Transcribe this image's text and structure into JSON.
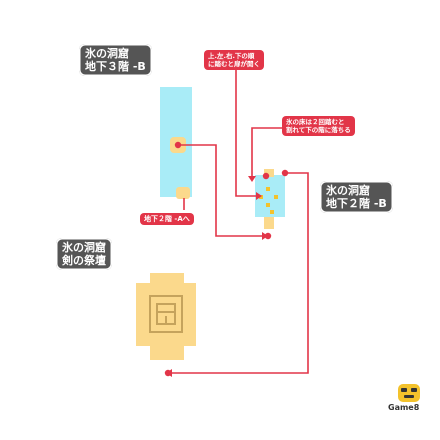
{
  "floors": {
    "b3": {
      "line1": "氷の洞窟",
      "line2": "地下３階 -B"
    },
    "b2": {
      "line1": "氷の洞窟",
      "line2": "地下２階 -B"
    },
    "altar": {
      "line1": "氷の洞窟",
      "line2": "剣の祭壇"
    }
  },
  "notes": {
    "directions": {
      "line1": "上.左.右.下の順",
      "line2": "に踏むと扉が開く"
    },
    "ice_floor": {
      "line1": "氷の床は２回踏むと",
      "line2": "割れて下の階に落ちる"
    },
    "to_b2a": "地下２階 -Aへ"
  },
  "logo": {
    "text": "Game8"
  },
  "colors": {
    "ice": "#a9ecf7",
    "sand": "#fbd98c",
    "arrow": "#e23548",
    "label_bg": "#555555"
  }
}
